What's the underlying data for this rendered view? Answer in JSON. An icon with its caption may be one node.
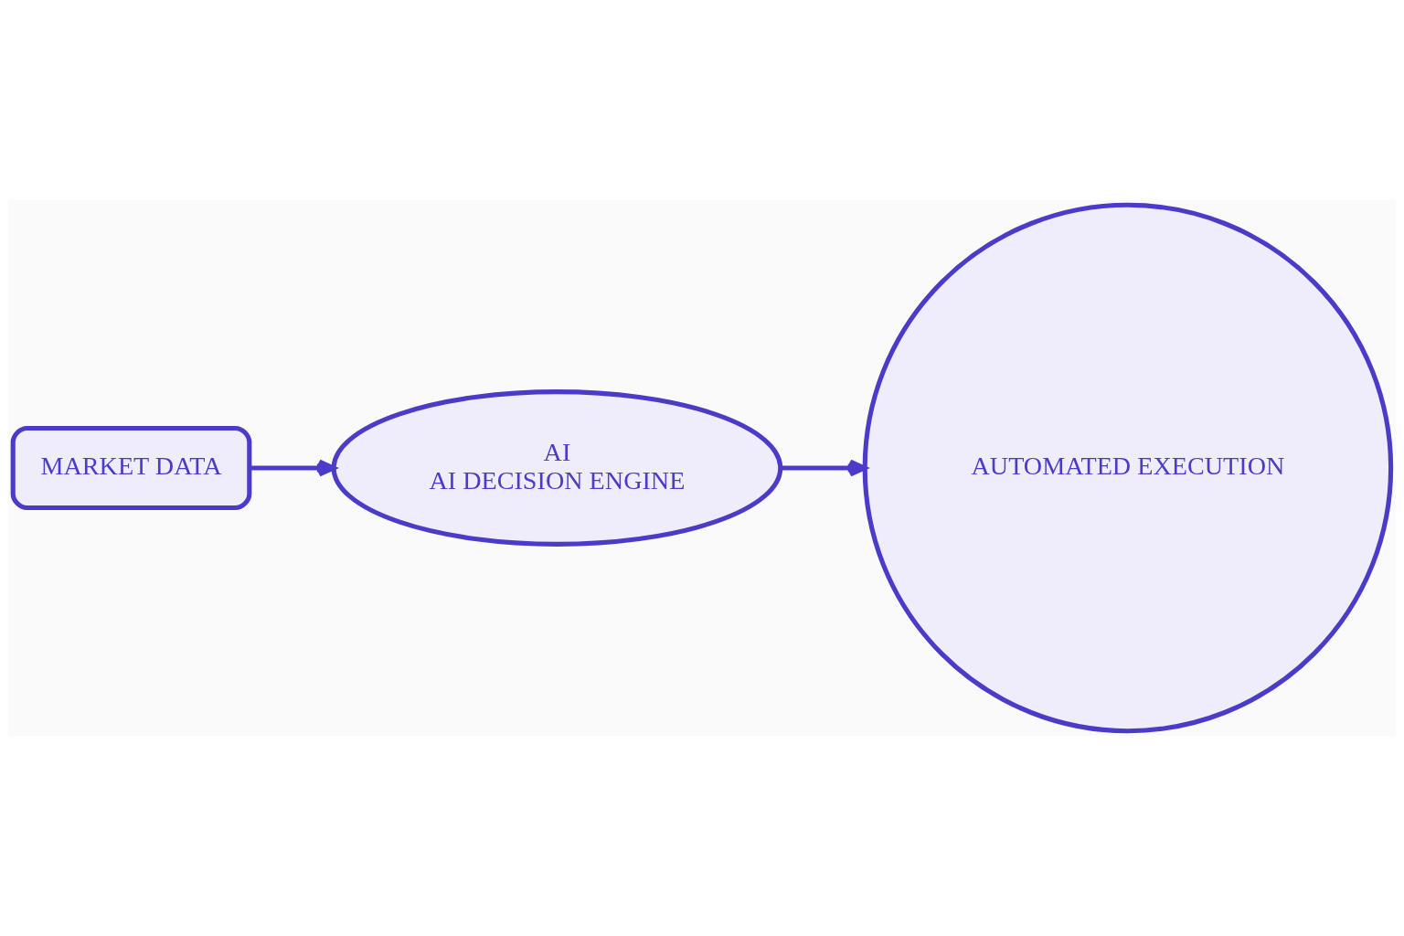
{
  "diagram": {
    "nodes": [
      {
        "text": [
          "MARKET DATA"
        ]
      },
      {
        "text": [
          "AI",
          "AI DECISION ENGINE"
        ]
      },
      {
        "text": [
          "AUTOMATED EXECUTION"
        ]
      }
    ],
    "edges": [
      {
        "from": 0,
        "to": 1,
        "arrow": "to"
      },
      {
        "from": 1,
        "to": 2,
        "arrow": "to"
      }
    ]
  }
}
